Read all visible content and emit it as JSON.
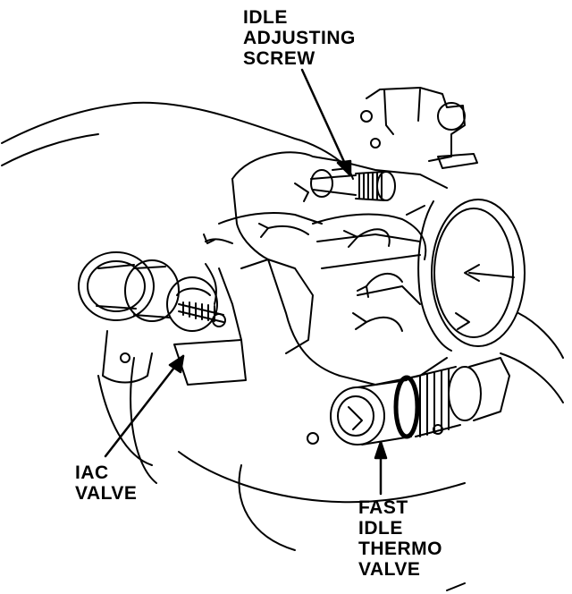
{
  "labels": {
    "idle_adjusting_screw": [
      "IDLE",
      "ADJUSTING",
      "SCREW"
    ],
    "iac_valve": [
      "IAC",
      "VALVE"
    ],
    "fast_idle_thermo_valve": [
      "FAST",
      "IDLE",
      "THERMO",
      "VALVE"
    ]
  },
  "colors": {
    "ink": "#000000",
    "paper": "#ffffff"
  }
}
